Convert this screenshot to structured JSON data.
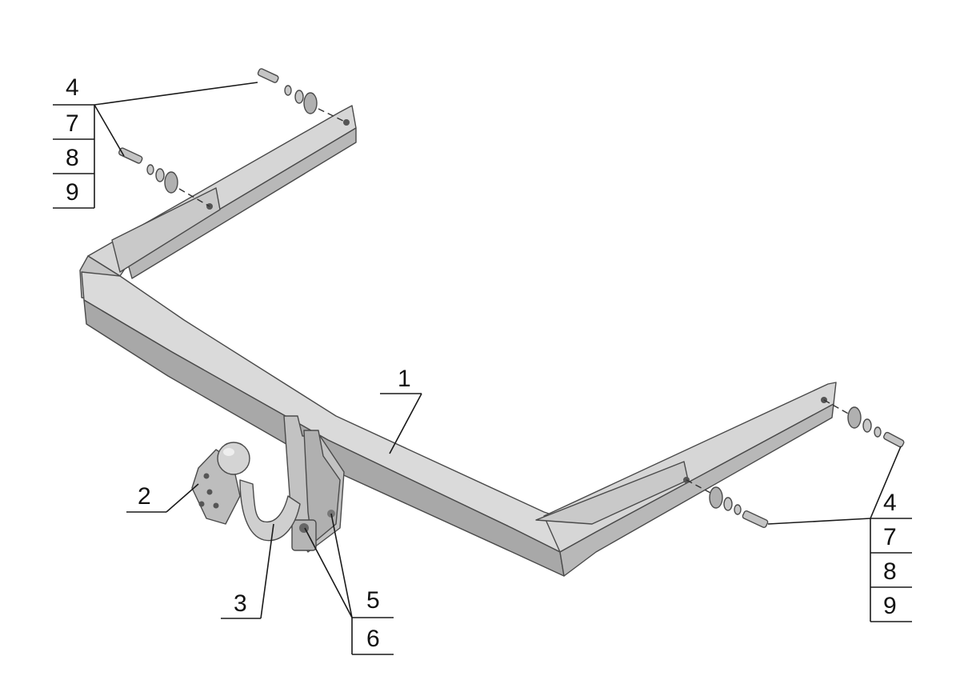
{
  "callouts": {
    "crossbar": "1",
    "mounting_plate": "2",
    "tow_ball_arm": "3",
    "top_left_group": [
      "4",
      "7",
      "8",
      "9"
    ],
    "right_group": [
      "4",
      "7",
      "8",
      "9"
    ],
    "bottom_group": [
      "5",
      "6"
    ]
  },
  "colors": {
    "metal_light": "#d9d9d9",
    "metal_mid": "#bdbdbd",
    "metal_dark": "#9a9a9a",
    "edge": "#4a4a4a",
    "line": "#1a1a1a"
  }
}
